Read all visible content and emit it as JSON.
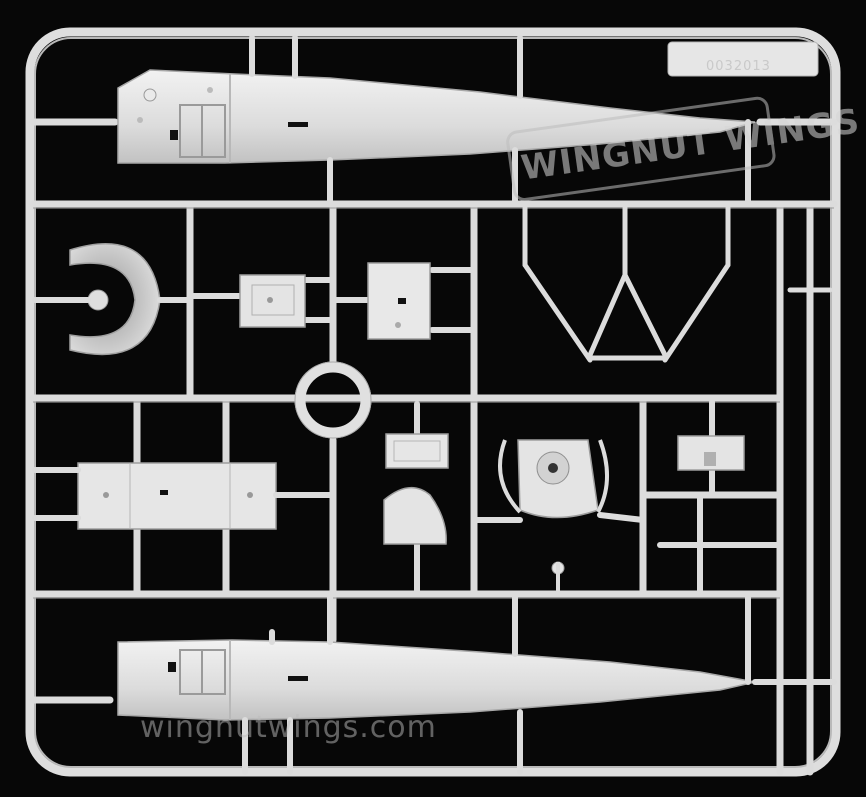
{
  "photo": {
    "subject": "Plastic model kit sprue",
    "part_number": "0032013",
    "logo_watermark": "WINGNUT WINGS",
    "url_watermark": "wingnutwings.com",
    "colors": {
      "background": "#070707",
      "plastic": "#dedede",
      "plastic_shadow": "#bdbdbd",
      "plastic_highlight": "#f4f4f4"
    }
  }
}
